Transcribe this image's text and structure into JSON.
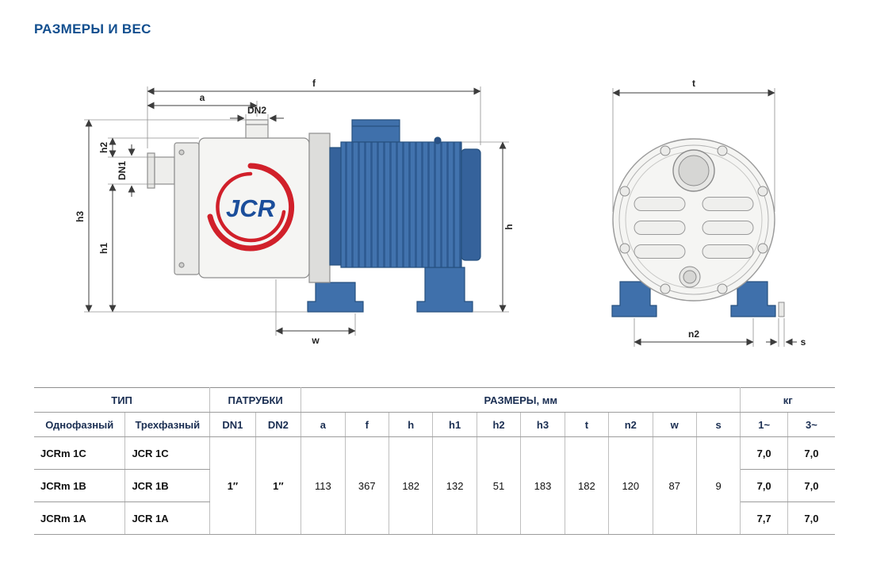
{
  "page": {
    "title": "РАЗМЕРЫ И ВЕС"
  },
  "drawing": {
    "brand": "JCR",
    "side_view": {
      "f": "f",
      "a": "a",
      "dn2": "DN2",
      "dn1": "DN1",
      "h2": "h2",
      "h3": "h3",
      "h1": "h1",
      "h": "h",
      "w": "w"
    },
    "front_view": {
      "t": "t",
      "n2": "n2",
      "s": "s"
    }
  },
  "table": {
    "groups": {
      "type": "ТИП",
      "ports": "ПАТРУБКИ",
      "dims": "РАЗМЕРЫ, мм",
      "weight": "кг"
    },
    "columns": {
      "single": "Однофазный",
      "three": "Трехфазный",
      "dn1": "DN1",
      "dn2": "DN2",
      "dims": [
        "a",
        "f",
        "h",
        "h1",
        "h2",
        "h3",
        "t",
        "n2",
        "w",
        "s"
      ],
      "kg1": "1~",
      "kg3": "3~"
    },
    "shared": {
      "dn1": "1″",
      "dn2": "1″",
      "dims": [
        "113",
        "367",
        "182",
        "132",
        "51",
        "183",
        "182",
        "120",
        "87",
        "9"
      ]
    },
    "rows": [
      {
        "single": "JCRm 1C",
        "three": "JCR 1C",
        "kg1": "7,0",
        "kg3": "7,0"
      },
      {
        "single": "JCRm 1B",
        "three": "JCR 1B",
        "kg1": "7,0",
        "kg3": "7,0"
      },
      {
        "single": "JCRm 1A",
        "three": "JCR 1A",
        "kg1": "7,7",
        "kg3": "7,0"
      }
    ]
  }
}
